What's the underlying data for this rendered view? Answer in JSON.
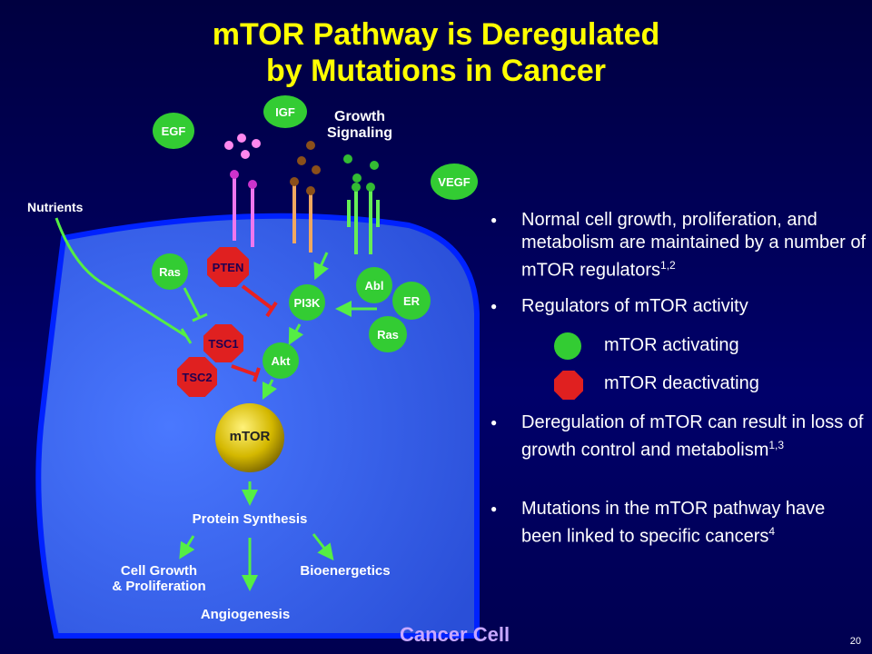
{
  "title": {
    "line1": "mTOR Pathway is Deregulated",
    "line2": "by Mutations in Cancer"
  },
  "diagram": {
    "growth_signaling": [
      "Growth",
      "Signaling"
    ],
    "nutrients": "Nutrients",
    "egf": "EGF",
    "igf": "IGF",
    "vegf": "VEGF",
    "ras1": "Ras",
    "pten": "PTEN",
    "pi3k": "PI3K",
    "abl": "Abl",
    "er": "ER",
    "ras2": "Ras",
    "tsc1": "TSC1",
    "tsc2": "TSC2",
    "akt": "Akt",
    "mtor": "mTOR",
    "protein_synthesis": "Protein Synthesis",
    "cell_growth": [
      "Cell Growth",
      "& Proliferation"
    ],
    "bioenergetics": "Bioenergetics",
    "angiogenesis": "Angiogenesis",
    "cell_label": "Cancer Cell"
  },
  "bullets": [
    {
      "text": "Normal cell growth, proliferation, and metabolism are maintained by a number of mTOR regulators",
      "sup": "1,2"
    },
    {
      "text": "Regulators of mTOR activity",
      "sup": ""
    },
    {
      "text": "Deregulation of mTOR can result in loss of growth control and metabolism",
      "sup": "1,3"
    },
    {
      "text": "Mutations in the mTOR pathway have been linked to specific cancers",
      "sup": "4"
    }
  ],
  "legend": {
    "activating": "mTOR activating",
    "deactivating": "mTOR deactivating"
  },
  "slide_number": "20",
  "colors": {
    "title": "#ffff00",
    "activator": "#33cc33",
    "inhibitor": "#e8221e",
    "cell": "#3a66f0"
  }
}
